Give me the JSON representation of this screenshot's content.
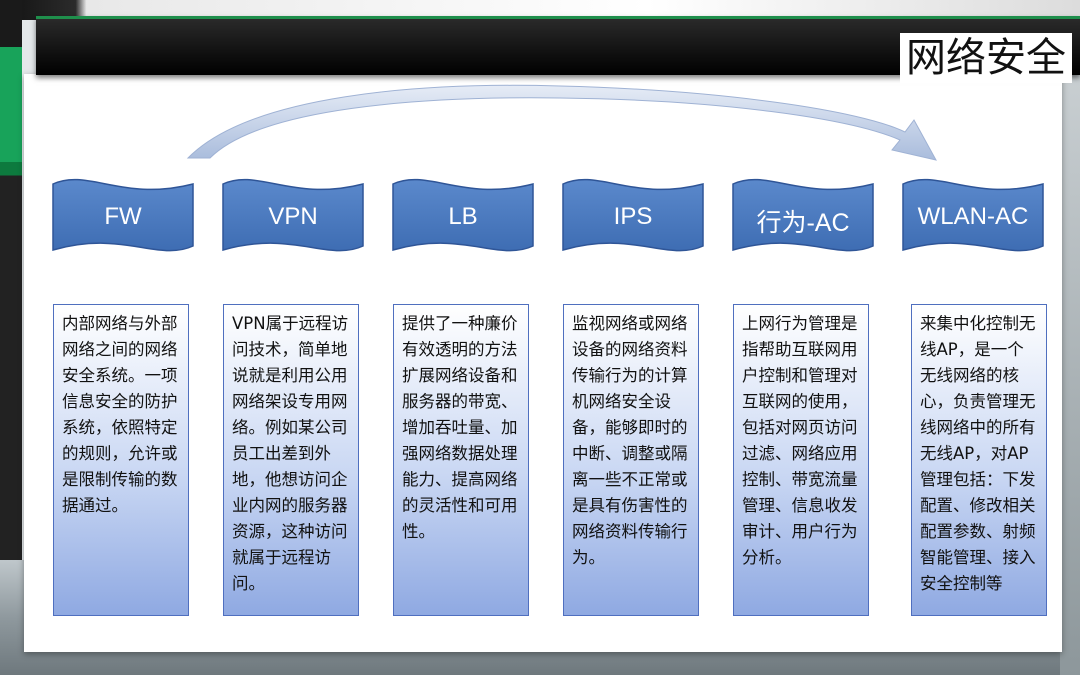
{
  "slide": {
    "title": "网络安全"
  },
  "items": [
    {
      "label": "FW",
      "description": "内部网络与外部网络之间的网络安全系统。一项信息安全的防护系统，依照特定的规则，允许或是限制传输的数据通过。"
    },
    {
      "label": "VPN",
      "description": "VPN属于远程访问技术，简单地说就是利用公用网络架设专用网络。例如某公司员工出差到外地，他想访问企业内网的服务器资源，这种访问就属于远程访问。"
    },
    {
      "label": "LB",
      "description": "提供了一种廉价有效透明的方法扩展网络设备和服务器的带宽、增加吞吐量、加强网络数据处理能力、提高网络的灵活性和可用性。"
    },
    {
      "label": "IPS",
      "description": "监视网络或网络设备的网络资料传输行为的计算机网络安全设备，能够即时的中断、调整或隔离一些不正常或是具有伤害性的网络资料传输行为。"
    },
    {
      "label": "行为-AC",
      "description": "上网行为管理是指帮助互联网用户控制和管理对互联网的使用，包括对网页访问过滤、网络应用控制、带宽流量管理、信息收发审计、用户行为分析。"
    },
    {
      "label": "WLAN-AC",
      "description": "来集中化控制无线AP，是一个无线网络的核心，负责管理无线网络中的所有无线AP，对AP管理包括：下发配置、修改相关配置参数、射频智能管理、接入安全控制等"
    }
  ],
  "colors": {
    "flag_fill": "#4f7dc0",
    "flag_stroke": "#2f5597",
    "arrow_fill": "#c5d3ea",
    "accent_green": "#18a35a"
  }
}
